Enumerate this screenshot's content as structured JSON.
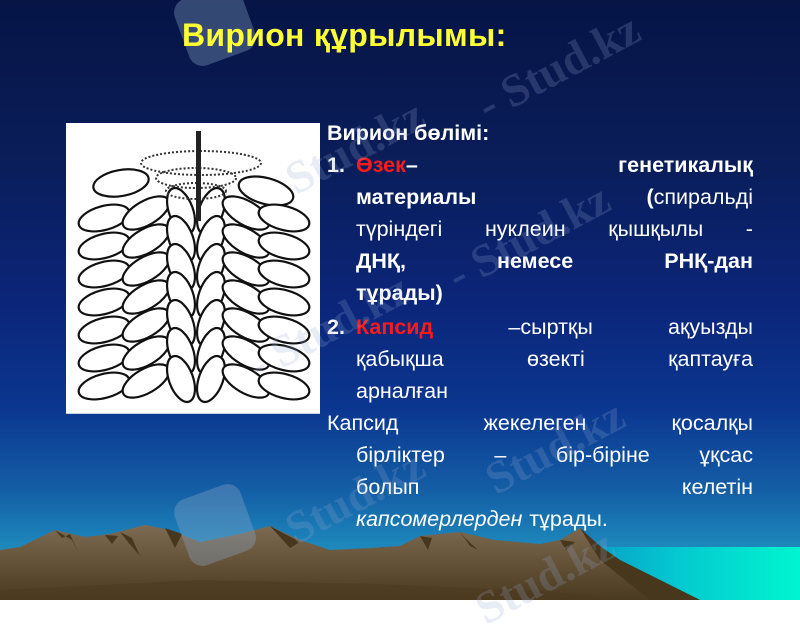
{
  "slide": {
    "title": "Вирион құрылымы:",
    "colors": {
      "title": "#ffff33",
      "body_text": "#ffffff",
      "highlight": "#ff1a1a",
      "background_top": "#061446",
      "background_bottom": "#2496c2"
    },
    "figure": {
      "alt": "virion-helical-capsid-diagram"
    },
    "body": {
      "heading": "Вирион бөлімі:",
      "item1": {
        "number": "1.",
        "term": "Өзек",
        "dash": "–",
        "line1_end": "генетикалық",
        "line2_start": "материалы",
        "line2_paren": "(",
        "line2_end": "спиральді",
        "line3": [
          "түріндегі",
          "нуклеин",
          "қышқылы",
          "-"
        ],
        "line4": [
          "ДНҚ,",
          "немесе",
          "РНҚ-дан"
        ],
        "line5": "тұрады)"
      },
      "item2": {
        "number": "2.",
        "term": "Капсид",
        "line1_end": "–сыртқы",
        "line1_last": "ақуызды",
        "line2": [
          "қабықша",
          "өзекті",
          "қаптауға"
        ],
        "line3": "арналған"
      },
      "paragraph": {
        "line1": [
          "Капсид",
          "жекелеген",
          "қосалқы"
        ],
        "line2": [
          "бірліктер",
          "–",
          "бір-біріне",
          "ұқсас"
        ],
        "line3": [
          "болып",
          "келетін"
        ],
        "line4_italic": "капсомерлерден",
        "line4_end": "тұрады."
      }
    },
    "watermark": {
      "text": "Stud.kz",
      "text_alt": "- Stud.kz"
    }
  }
}
